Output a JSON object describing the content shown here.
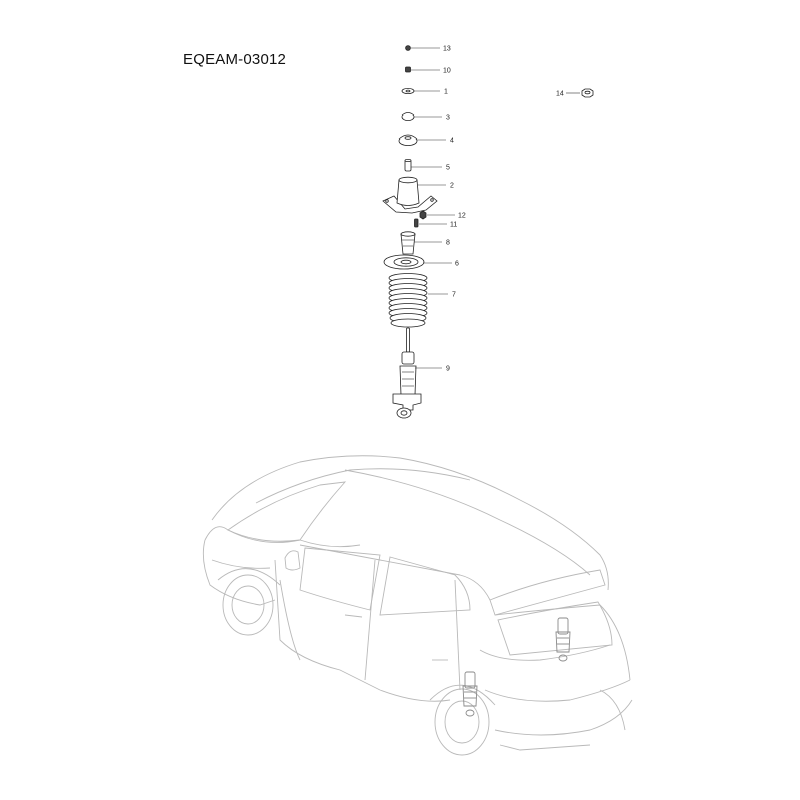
{
  "title": "EQEAM-03012",
  "callouts": [
    {
      "id": "13",
      "label": "13"
    },
    {
      "id": "10",
      "label": "10"
    },
    {
      "id": "1",
      "label": "1"
    },
    {
      "id": "3",
      "label": "3"
    },
    {
      "id": "4",
      "label": "4"
    },
    {
      "id": "5",
      "label": "5"
    },
    {
      "id": "2",
      "label": "2"
    },
    {
      "id": "12",
      "label": "12"
    },
    {
      "id": "11",
      "label": "11"
    },
    {
      "id": "8",
      "label": "8"
    },
    {
      "id": "6",
      "label": "6"
    },
    {
      "id": "7",
      "label": "7"
    },
    {
      "id": "9",
      "label": "9"
    },
    {
      "id": "14",
      "label": "14"
    }
  ]
}
